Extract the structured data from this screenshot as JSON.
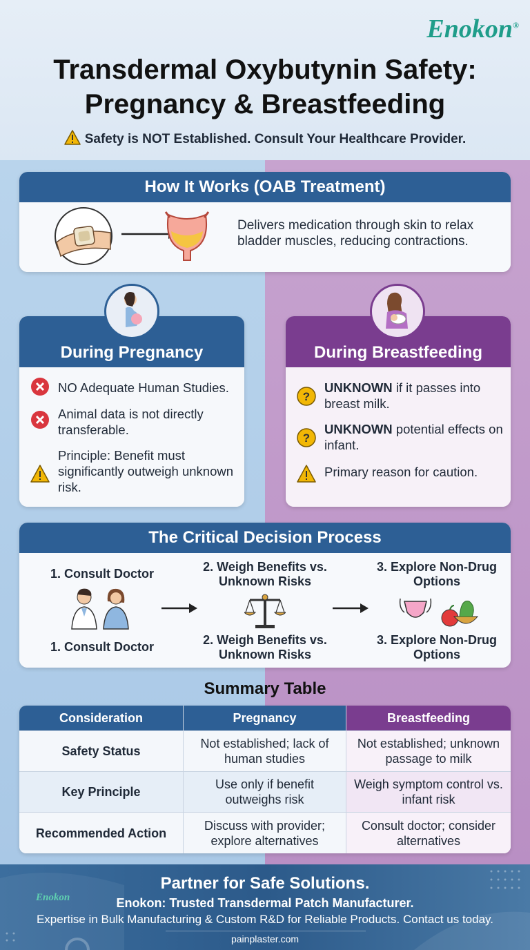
{
  "brand": {
    "name": "Enokon",
    "reg": "®"
  },
  "title": {
    "line1": "Transdermal Oxybutynin Safety:",
    "line2": "Pregnancy & Breastfeeding"
  },
  "subtitle": "Safety is NOT Established. Consult Your Healthcare Provider.",
  "how_it_works": {
    "heading": "How It Works (OAB Treatment)",
    "description": "Delivers medication through skin to relax bladder muscles, reducing contractions."
  },
  "pregnancy": {
    "heading": "During Pregnancy",
    "items": [
      {
        "icon": "x-circle-icon",
        "text": "NO Adequate Human Studies."
      },
      {
        "icon": "x-circle-icon",
        "text": "Animal data is not directly transferable."
      },
      {
        "icon": "warning-triangle-icon",
        "text": "Principle: Benefit must significantly outweigh unknown risk."
      }
    ]
  },
  "breastfeeding": {
    "heading": "During Breastfeeding",
    "items": [
      {
        "icon": "question-circle-icon",
        "bold": "UNKNOWN",
        "text": " if it passes into breast milk."
      },
      {
        "icon": "question-circle-icon",
        "bold": "UNKNOWN",
        "text": " potential effects on infant."
      },
      {
        "icon": "warning-triangle-icon",
        "text": "Primary reason for caution."
      }
    ]
  },
  "decision": {
    "heading": "The Critical Decision Process",
    "steps": [
      {
        "top": "1. Consult Doctor",
        "bottom": "1. Consult Doctor"
      },
      {
        "top": "2. Weigh Benefits vs. Unknown Risks",
        "bottom": "2. Weigh Benefits vs. Unknown Risks"
      },
      {
        "top": "3. Explore Non-Drug Options",
        "bottom": "3. Explore Non-Drug Options"
      }
    ]
  },
  "summary": {
    "title": "Summary Table",
    "headers": [
      "Consideration",
      "Pregnancy",
      "Breastfeeding"
    ],
    "rows": [
      [
        "Safety Status",
        "Not established; lack of human studies",
        "Not established; unknown passage to milk"
      ],
      [
        "Key Principle",
        "Use only if benefit outweighs risk",
        "Weigh symptom control vs. infant risk"
      ],
      [
        "Recommended Action",
        "Discuss with provider; explore alternatives",
        "Consult doctor; consider alternatives"
      ]
    ]
  },
  "footer": {
    "line1": "Partner for Safe Solutions.",
    "line2": "Enokon: Trusted Transdermal Patch Manufacturer.",
    "line3": "Expertise in Bulk Manufacturing & Custom R&D for Reliable Products. Contact us today.",
    "url": "painplaster.com",
    "brand": "Enokon"
  },
  "colors": {
    "blue": "#2d5f95",
    "purple": "#7a3d8f",
    "brand": "#1f9d8a",
    "red": "#d9363e",
    "yellow": "#f2b705"
  }
}
